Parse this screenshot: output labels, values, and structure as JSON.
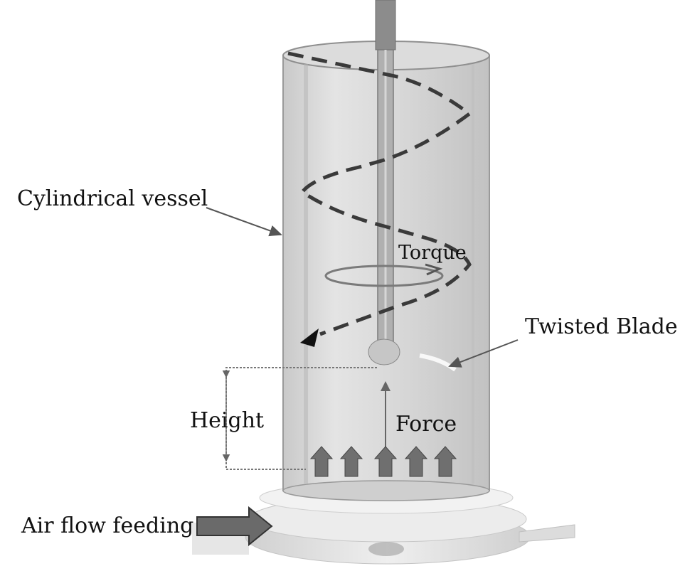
{
  "labels": {
    "cylindrical_vessel": "Cylindrical vessel",
    "torque": "Torque",
    "twisted_blade": "Twisted Blade",
    "height": "Height",
    "force": "Force",
    "air_flow_feeding": "Air flow feeding"
  },
  "colors": {
    "vessel": "#d8d8d8",
    "vessel_edge": "#8a8a8a",
    "helix": "#3a3a3a",
    "shaft": "#9a9a9a",
    "base": "#dedede",
    "arrow_dark": "#555555",
    "text": "#111111"
  }
}
